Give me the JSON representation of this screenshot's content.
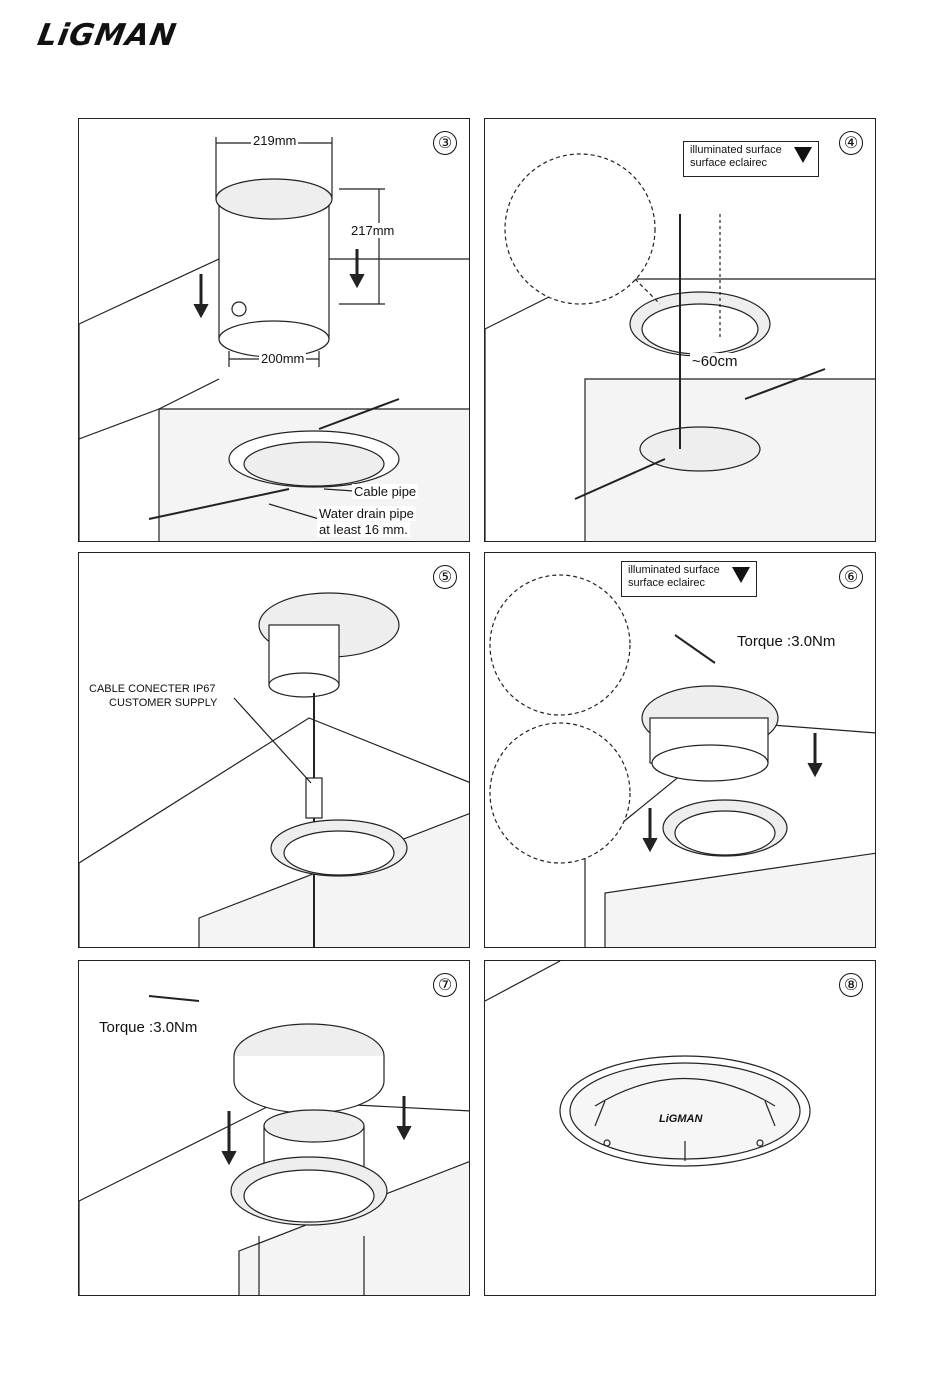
{
  "brand": {
    "logo": "LiGMAN"
  },
  "panels": {
    "p3": {
      "step": "③",
      "dim_top": "219mm",
      "dim_height": "217mm",
      "dim_bottom": "200mm",
      "cable_pipe": "Cable pipe",
      "drain_line1": "Water drain pipe",
      "drain_line2": "at least 16 mm."
    },
    "p4": {
      "step": "④",
      "sign_line1": "illuminated surface",
      "sign_line2": "surface eclairec",
      "length": "~60cm"
    },
    "p5": {
      "step": "⑤",
      "connector_line1": "CABLE CONECTER IP67",
      "connector_line2": "CUSTOMER SUPPLY"
    },
    "p6": {
      "step": "⑥",
      "sign_line1": "illuminated surface",
      "sign_line2": "surface eclairec",
      "torque": "Torque :3.0Nm"
    },
    "p7": {
      "step": "⑦",
      "torque": "Torque :3.0Nm"
    },
    "p8": {
      "step": "⑧",
      "cover_logo": "LiGMAN"
    }
  }
}
